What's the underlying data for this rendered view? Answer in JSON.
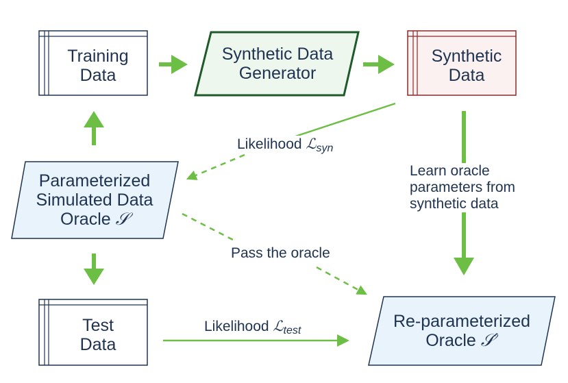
{
  "nodes": {
    "training_data": {
      "label": "Training\nData"
    },
    "synthetic_data_generator": {
      "label": "Synthetic Data\nGenerator"
    },
    "synthetic_data": {
      "label": "Synthetic\nData"
    },
    "simulated_oracle": {
      "label": "Parameterized\nSimulated Data\nOracle ",
      "symbol": "𝒮"
    },
    "test_data": {
      "label": "Test\nData"
    },
    "reparameterized_oracle": {
      "label": "Re-parameterized\nOracle ",
      "symbol": "𝒮′"
    }
  },
  "edges": {
    "likelihood_syn": {
      "label": "Likelihood ",
      "symbol": "ℒ",
      "subscript": "syn"
    },
    "learn_oracle": {
      "label": "Learn oracle\nparameters from\nsynthetic data"
    },
    "pass_oracle": {
      "label": "Pass the oracle"
    },
    "likelihood_test": {
      "label": "Likelihood ",
      "symbol": "ℒ",
      "subscript": "test"
    }
  },
  "colors": {
    "arrow_green": "#6cbe45",
    "text_navy": "#1f3350",
    "box_navy": "#1f3350",
    "generator_border": "#1e5a2a",
    "generator_fill": "#eef7ee",
    "synthetic_border": "#8a2828",
    "synthetic_fill": "#fcf1f1",
    "oracle_fill": "#e8f3fb"
  }
}
